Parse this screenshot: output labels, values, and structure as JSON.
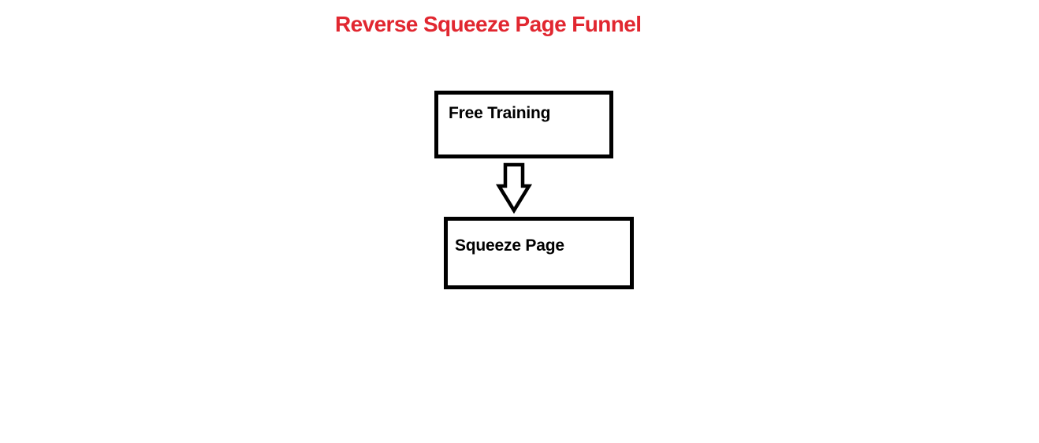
{
  "page": {
    "background_color": "#ffffff"
  },
  "title": {
    "text": "Reverse Squeeze Page Funnel",
    "color": "#e12730"
  },
  "diagram": {
    "border_color": "#000000",
    "nodes": [
      {
        "id": "free-training",
        "label": "Free Training"
      },
      {
        "id": "squeeze-page",
        "label": "Squeeze Page"
      }
    ],
    "connectors": [
      {
        "type": "down-arrow",
        "from": "free-training",
        "to": "squeeze-page",
        "fill": "#ffffff",
        "outline": "#000000"
      }
    ]
  }
}
